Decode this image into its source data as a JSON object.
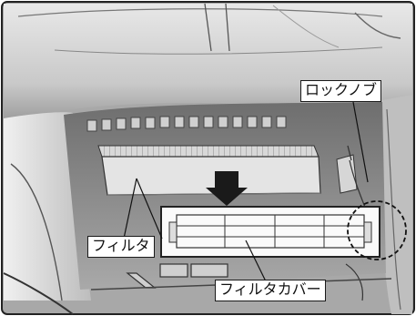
{
  "labels": {
    "lock_knob": "ロックノブ",
    "filter": "フィルタ",
    "filter_cover": "フィルタカバー"
  },
  "colors": {
    "background": "#9a9a9a",
    "line": "#1a1a1a",
    "label_bg": "#ffffff"
  }
}
